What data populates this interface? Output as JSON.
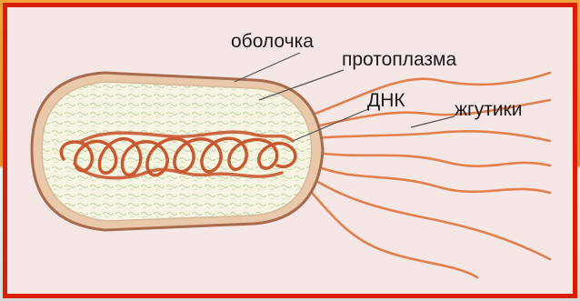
{
  "diagram": {
    "labels": {
      "membrane": "оболочка",
      "protoplasm": "протоплазма",
      "dna": "ДНК",
      "flagella": "жгутики"
    },
    "colors": {
      "frame": "#d81e05",
      "background": "#f5e7e5",
      "cell_body": "#f7f4e4",
      "cell_outline": "#c98660",
      "dna": "#c9582f",
      "flagella": "#e37f4d",
      "leader_line": "#555555"
    }
  }
}
